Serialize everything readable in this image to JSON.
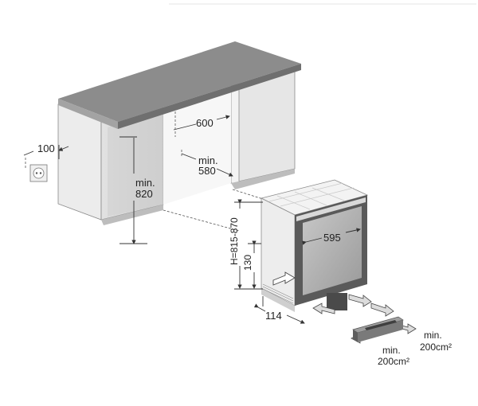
{
  "labels": {
    "wall_offset": "100",
    "cabinet_gap": "600",
    "depth_min": "min.",
    "depth": "580",
    "height_min": "min.",
    "height": "820",
    "appliance_height": "H=815-870",
    "plinth_height": "130",
    "appliance_width": "595",
    "plinth_depth": "114",
    "vent_1_min": "min.",
    "vent_1_area": "200cm²",
    "vent_2_min": "min.",
    "vent_2_area": "200cm²"
  },
  "colors": {
    "countertop": "#8c8c8c",
    "cabinet_side": "#d6d6d6",
    "cabinet_front": "#e8e8e8",
    "appliance_glass": "#b3b3b3",
    "appliance_frame": "#5a5a5a"
  },
  "icons": {
    "socket": "power-socket-icon",
    "airflow": "airflow-arrow-icon"
  }
}
